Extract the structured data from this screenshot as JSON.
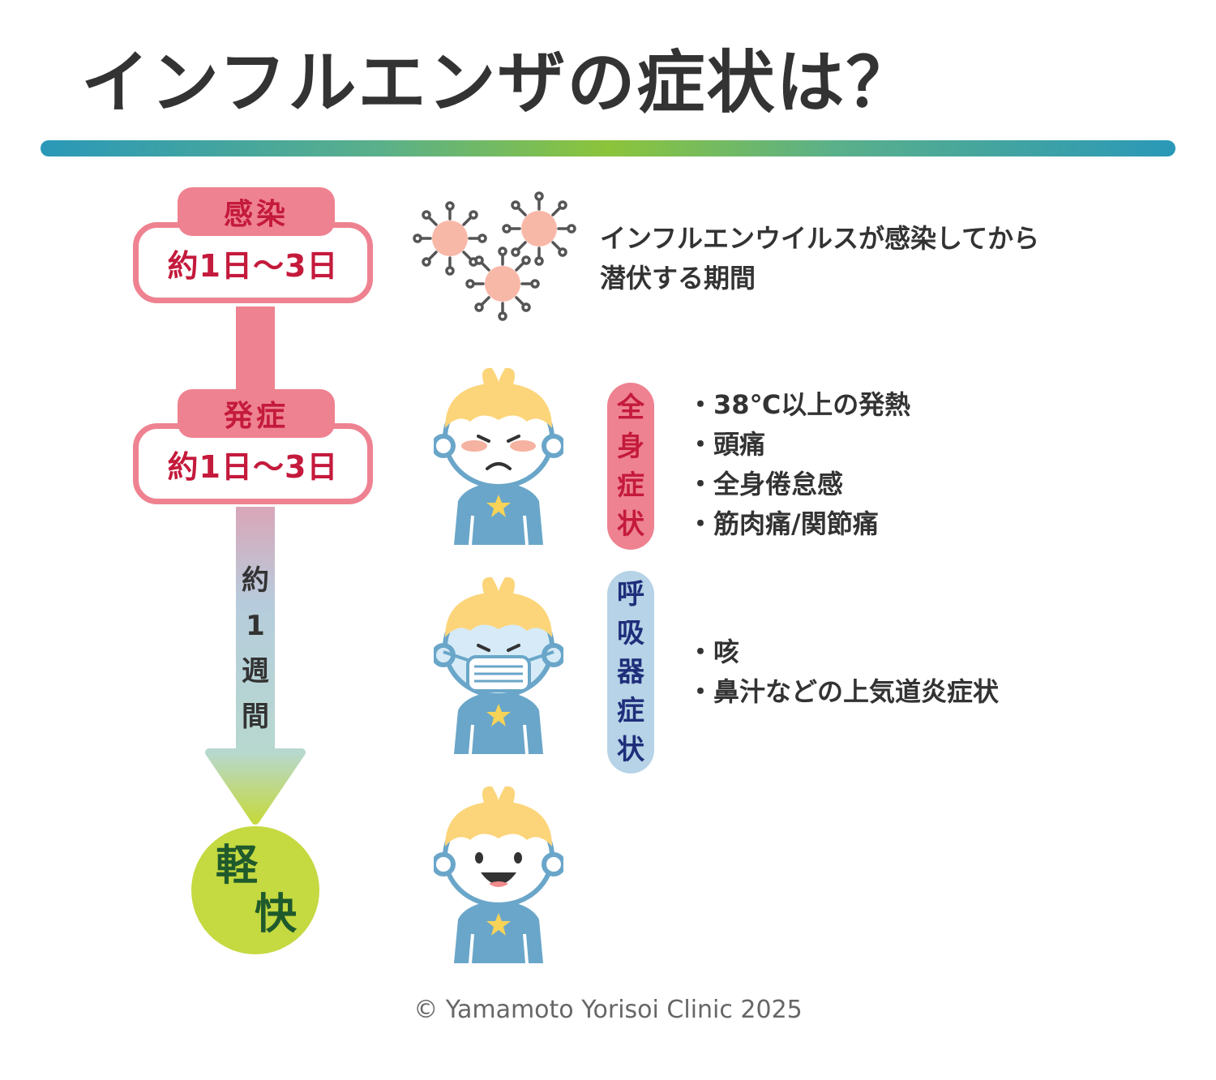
{
  "title": "インフルエンザの症状は？",
  "timeline": {
    "infection": {
      "label": "感染",
      "duration": "約1日〜3日"
    },
    "onset": {
      "label": "発症",
      "duration": "約1日〜3日"
    },
    "period_chars": [
      "約",
      "1",
      "週",
      "間"
    ],
    "recovery_chars": [
      "軽",
      "快"
    ]
  },
  "incubation_text": [
    "インフルエンウイルスが感染してから",
    "潜伏する期間"
  ],
  "systemic": {
    "label_chars": [
      "全",
      "身",
      "症",
      "状"
    ],
    "items": [
      "・38℃以上の発熱",
      "・頭痛",
      "・全身倦怠感",
      "・筋肉痛/関節痛"
    ]
  },
  "respiratory": {
    "label_chars": [
      "呼",
      "吸",
      "器",
      "症",
      "状"
    ],
    "items": [
      "・咳",
      "・鼻汁などの上気道炎症状"
    ]
  },
  "copyright": "© Yamamoto Yorisoi Clinic 2025",
  "colors": {
    "pink": "#ee8290",
    "crimson": "#c41a3c",
    "light_blue": "#b6d3e7",
    "navy": "#1f2e7a",
    "lime": "#c5d940",
    "dark_green": "#1f5a2c"
  }
}
